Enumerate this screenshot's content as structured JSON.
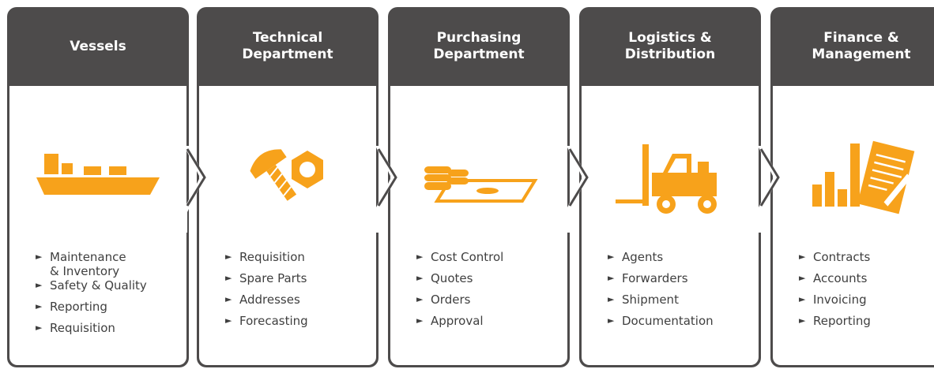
{
  "colors": {
    "header": "#4d4b4b",
    "icon": "#f7a21b",
    "text": "#3f3f3f",
    "background": "#ffffff"
  },
  "bullet": "►",
  "columns": [
    {
      "title_lines": [
        "Vessels"
      ],
      "icon": "ship-icon",
      "items": [
        "Maintenance\n& Inventory",
        "Safety & Quality",
        "Reporting",
        "Requisition"
      ]
    },
    {
      "title_lines": [
        "Technical",
        "Department"
      ],
      "icon": "bolt-nut-icon",
      "items": [
        "Requisition",
        "Spare Parts",
        "Addresses",
        "Forecasting"
      ]
    },
    {
      "title_lines": [
        "Purchasing",
        "Department"
      ],
      "icon": "coins-money-icon",
      "items": [
        "Cost Control",
        "Quotes",
        "Orders",
        "Approval"
      ]
    },
    {
      "title_lines": [
        "Logistics &",
        "Distribution"
      ],
      "icon": "forklift-icon",
      "items": [
        "Agents",
        "Forwarders",
        "Shipment",
        "Documentation"
      ]
    },
    {
      "title_lines": [
        "Finance &",
        "Management"
      ],
      "icon": "chart-document-icon",
      "items": [
        "Contracts",
        "Accounts",
        "Invoicing",
        "Reporting"
      ]
    }
  ]
}
